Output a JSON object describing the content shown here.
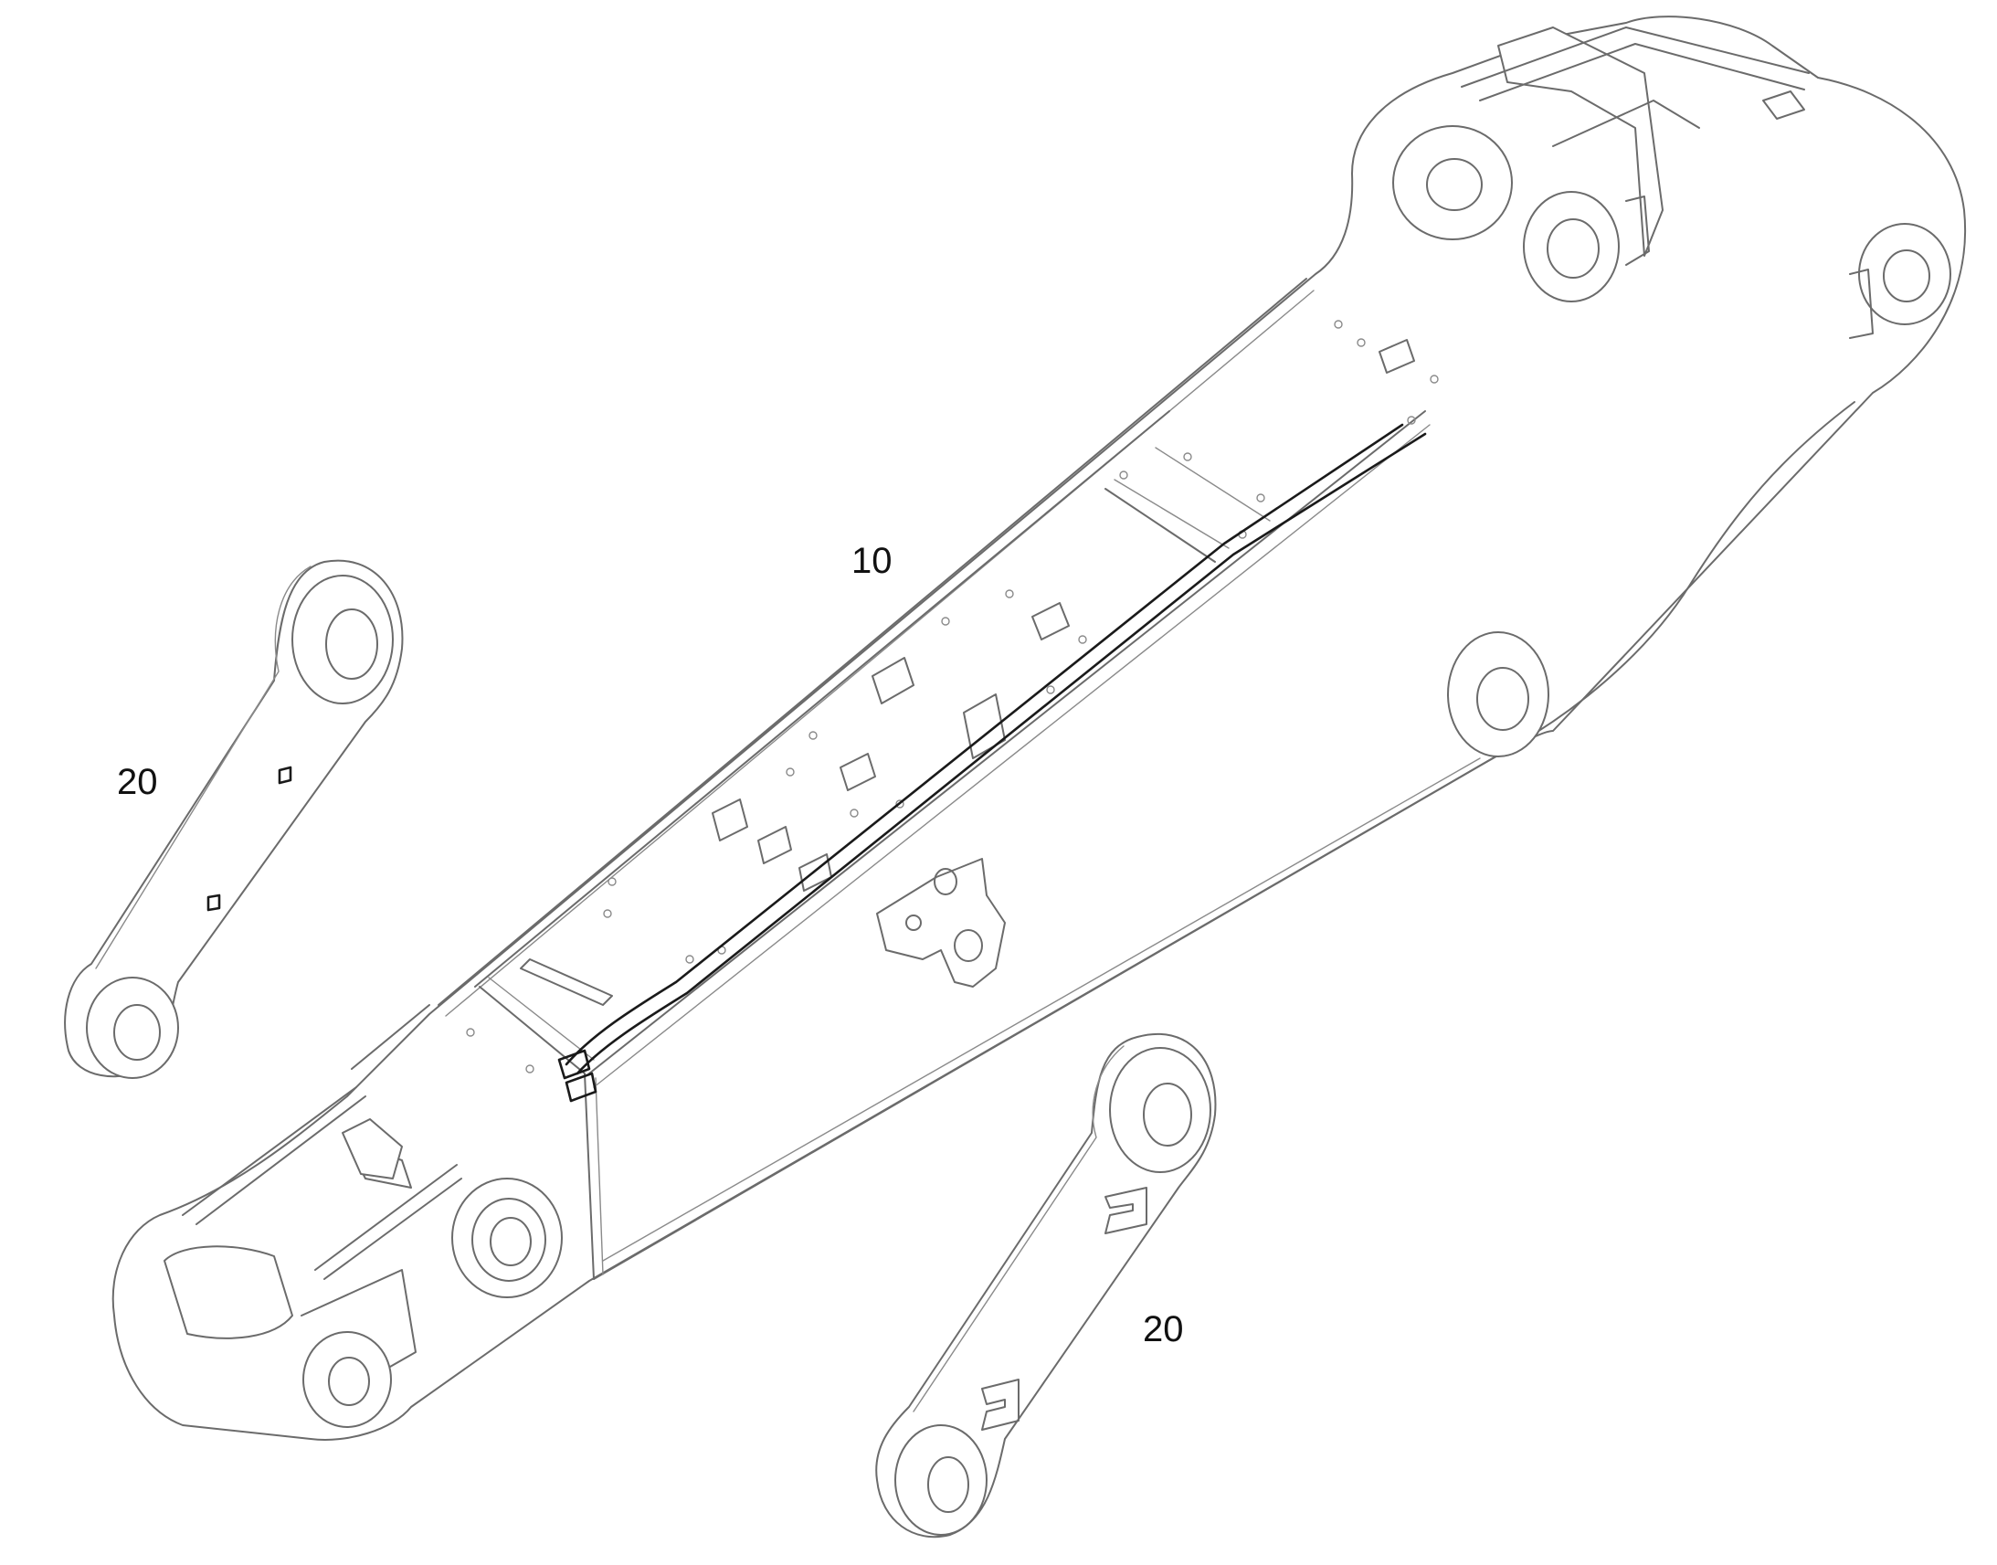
{
  "callouts": [
    {
      "id": "boom",
      "text": "10"
    },
    {
      "id": "link-left",
      "text": "20"
    },
    {
      "id": "link-right",
      "text": "20"
    }
  ],
  "colors": {
    "line": "#6b6b6b",
    "hose": "#1a1a1a",
    "text": "#111111",
    "background": "#ffffff"
  }
}
